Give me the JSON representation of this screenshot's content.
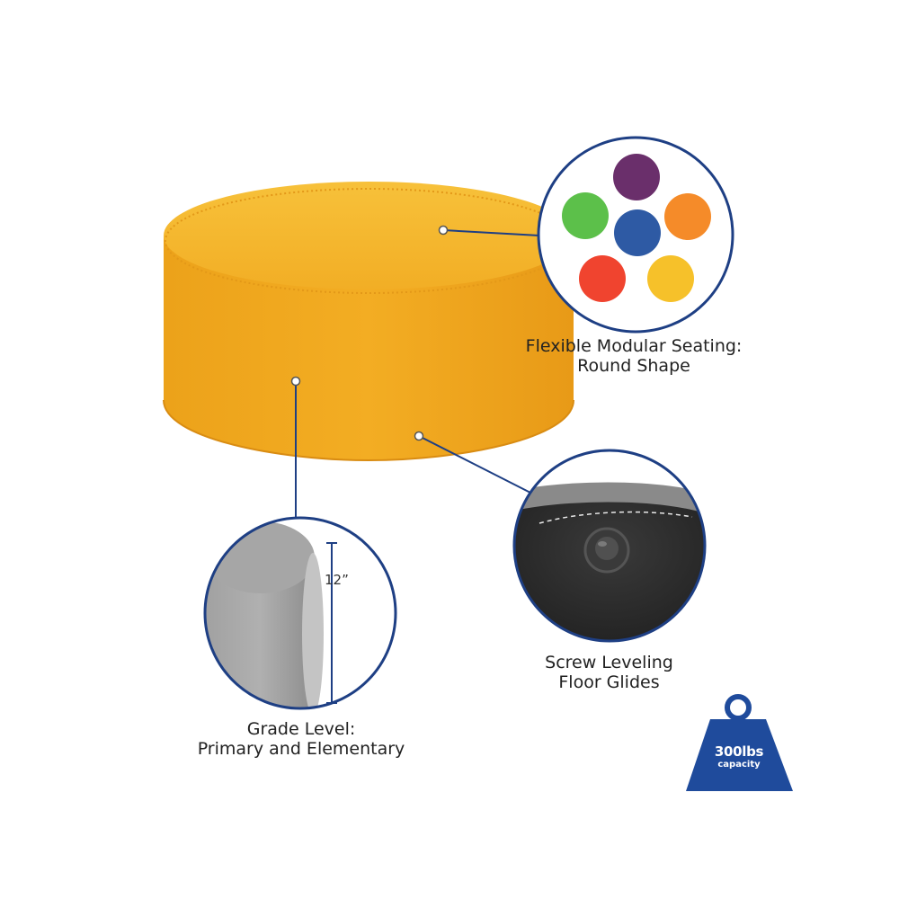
{
  "colors": {
    "seat": "#f2a81f",
    "callout_line": "#1e3f84",
    "badge": "#1f4b9c",
    "swatch_purple": "#6a2f6b",
    "swatch_green": "#5cc04a",
    "swatch_blue": "#2e5aa4",
    "swatch_orange": "#f58b29",
    "swatch_red": "#f0442f",
    "swatch_yellow": "#f6c12a"
  },
  "icons": {
    "weight": "weight-icon",
    "glide": "floor-glide-icon"
  },
  "features": {
    "round_shape": {
      "line1": "Flexible Modular Seating:",
      "line2": "Round Shape"
    },
    "grade_level": {
      "line1": "Grade Level:",
      "line2": "Primary and Elementary",
      "dimension": "12”"
    },
    "glides": {
      "line1": "Screw Leveling",
      "line2": "Floor Glides"
    }
  },
  "capacity_badge": {
    "amount": "300lbs",
    "unit": "capacity"
  }
}
